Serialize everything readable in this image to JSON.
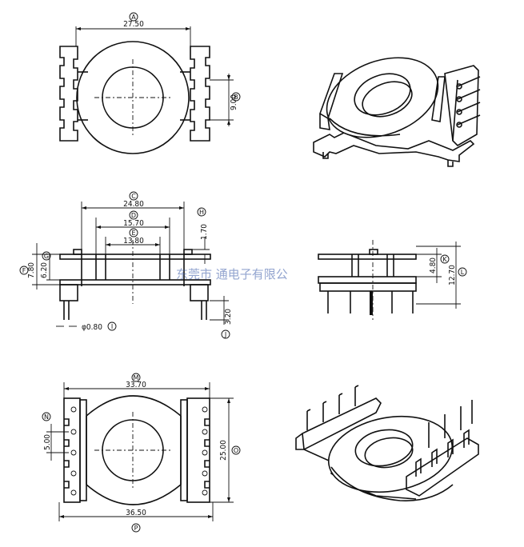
{
  "dimensions": {
    "a": {
      "tag": "A",
      "value": "27.50"
    },
    "b": {
      "tag": "B",
      "value": "9.00"
    },
    "c": {
      "tag": "C",
      "value": "24.80"
    },
    "d": {
      "tag": "D",
      "value": "15.70"
    },
    "e": {
      "tag": "E",
      "value": "13.80"
    },
    "f": {
      "tag": "F",
      "value": "7.80"
    },
    "g": {
      "tag": "G",
      "value": "6.20"
    },
    "h": {
      "tag": "H",
      "value": "1.70"
    },
    "i": {
      "tag": "I",
      "value": "φ0.80"
    },
    "j": {
      "tag": "J",
      "value": "3.20"
    },
    "k": {
      "tag": "K",
      "value": "4.80"
    },
    "l": {
      "tag": "L",
      "value": "12.70"
    },
    "m": {
      "tag": "M",
      "value": "33.70"
    },
    "n": {
      "tag": "N",
      "value": "5.00"
    },
    "o": {
      "tag": "O",
      "value": "25.00"
    },
    "p": {
      "tag": "P",
      "value": "36.50"
    }
  },
  "watermark": "东莞市 通电子有限公"
}
